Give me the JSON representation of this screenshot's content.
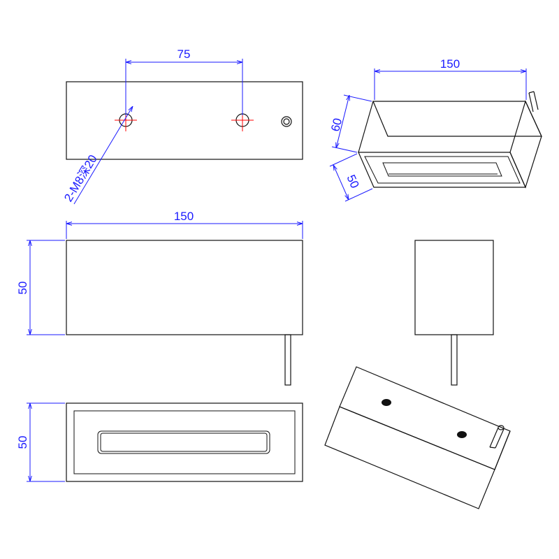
{
  "dimensions": {
    "hole_spacing": "75",
    "top_length": "150",
    "top_height": "60",
    "top_depth": "50",
    "front_length": "150",
    "front_height": "50",
    "bottom_height": "50",
    "hole_note": "2-M8深20"
  },
  "colors": {
    "outline": "#111111",
    "dimension": "#1a1aff",
    "centerline": "#ff0000"
  }
}
